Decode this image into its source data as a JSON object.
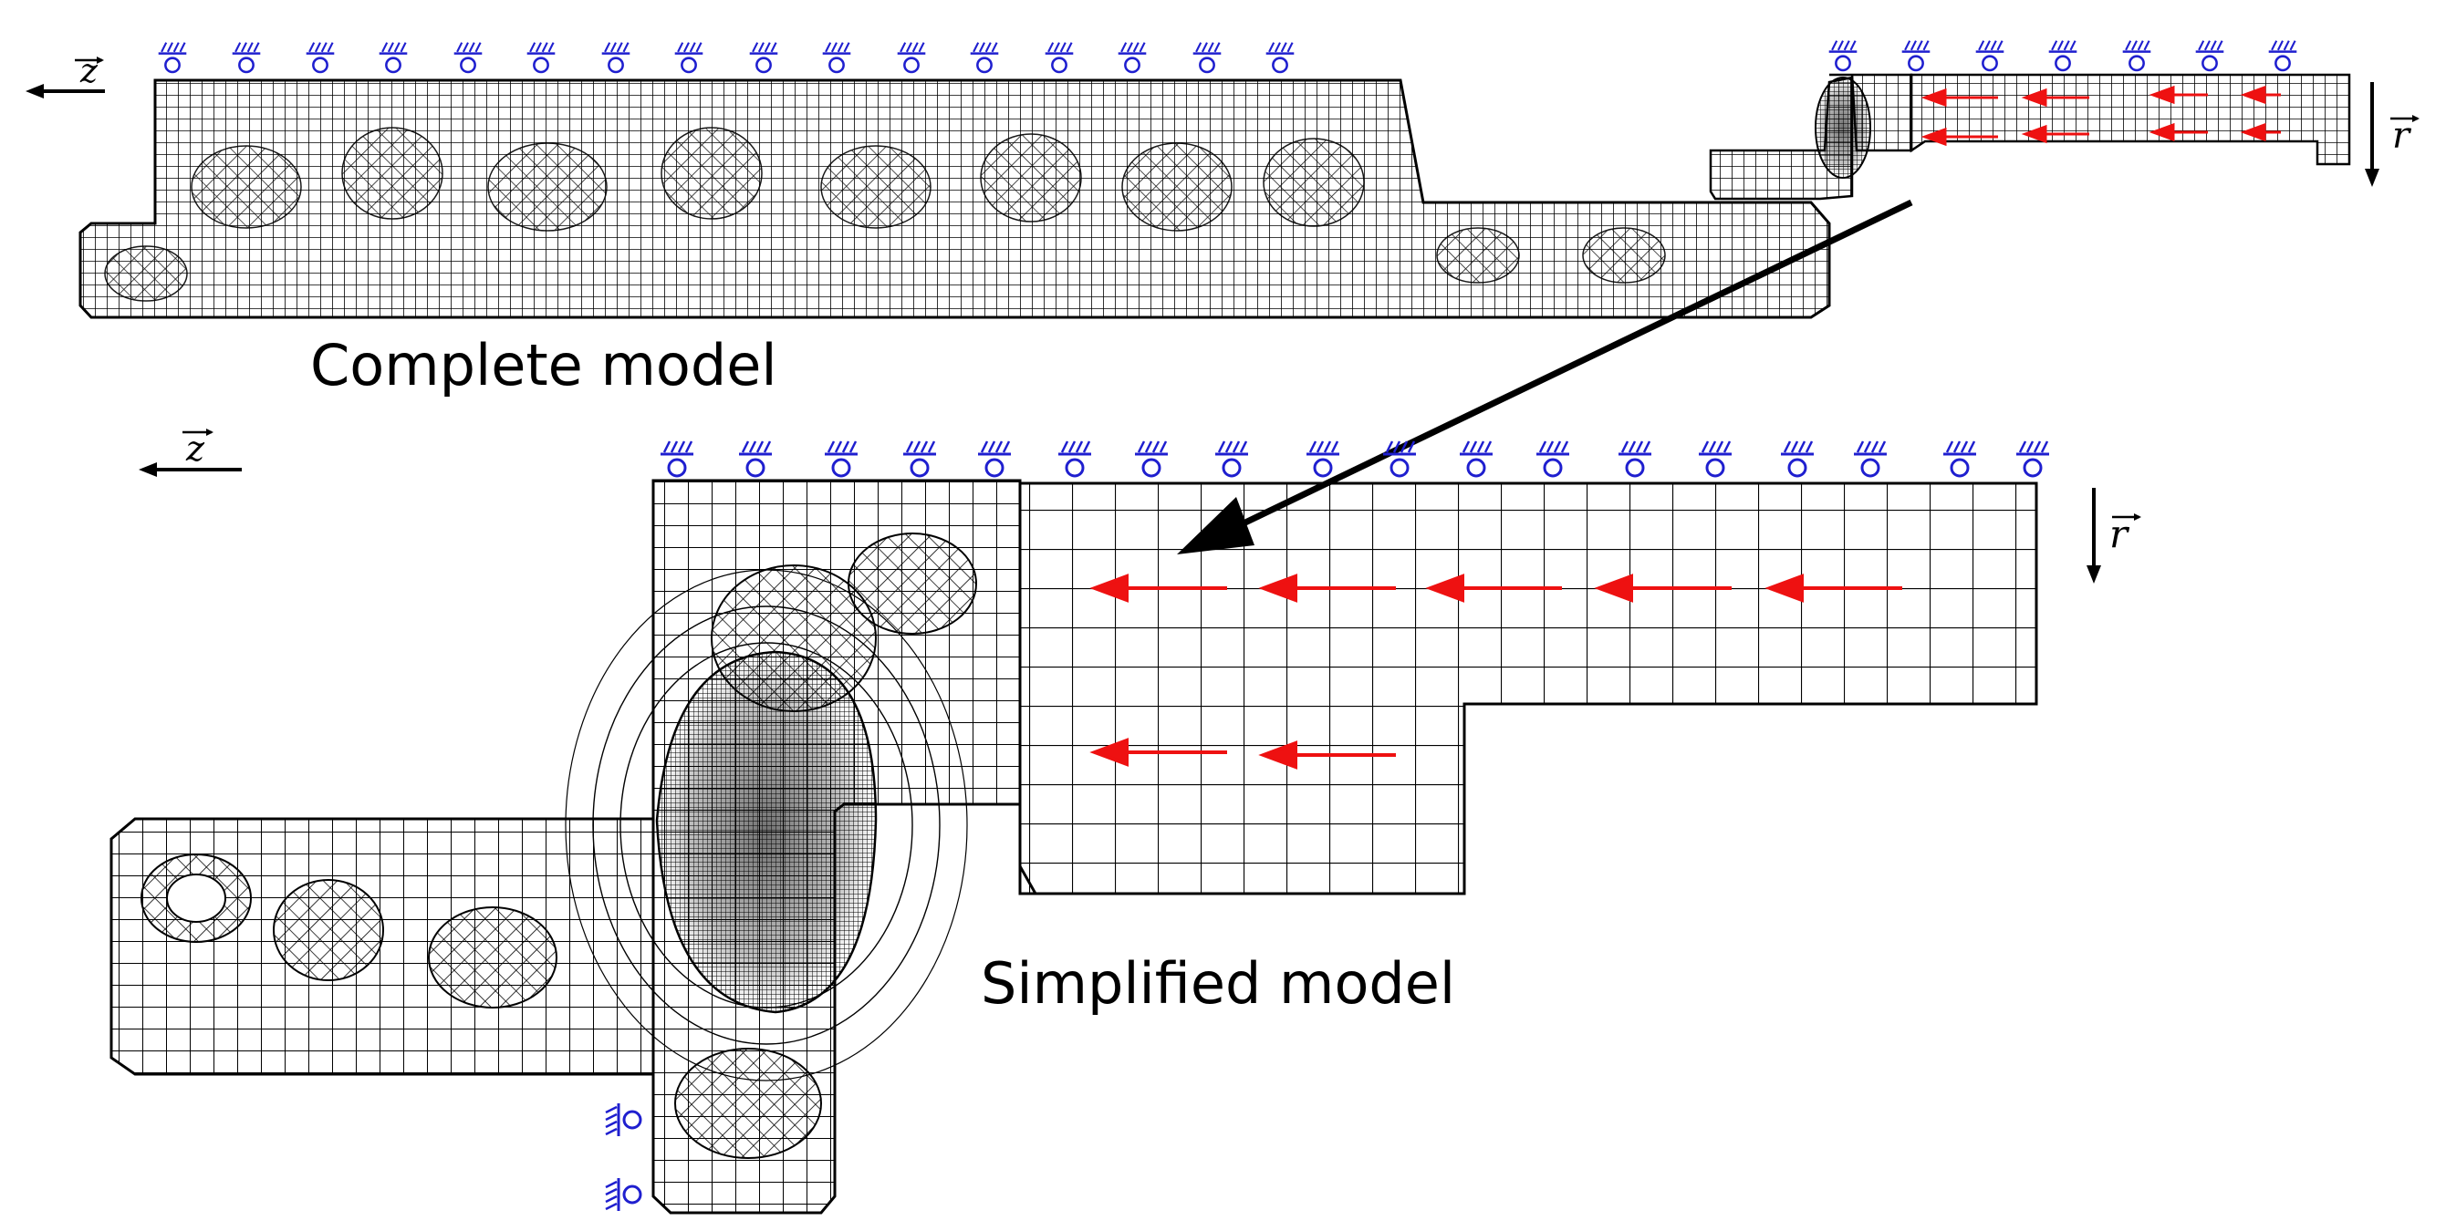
{
  "captions": {
    "complete": "Complete model",
    "simplified": "Simplified model"
  },
  "axis_labels": {
    "z": "z",
    "r": "r"
  },
  "colors": {
    "mesh": "#000000",
    "support": "#1f1fcf",
    "load": "#ee1111",
    "background": "#ffffff"
  },
  "legend_items": {
    "support_icon": "roller-support-icon",
    "load_icon": "load-arrow-icon"
  }
}
